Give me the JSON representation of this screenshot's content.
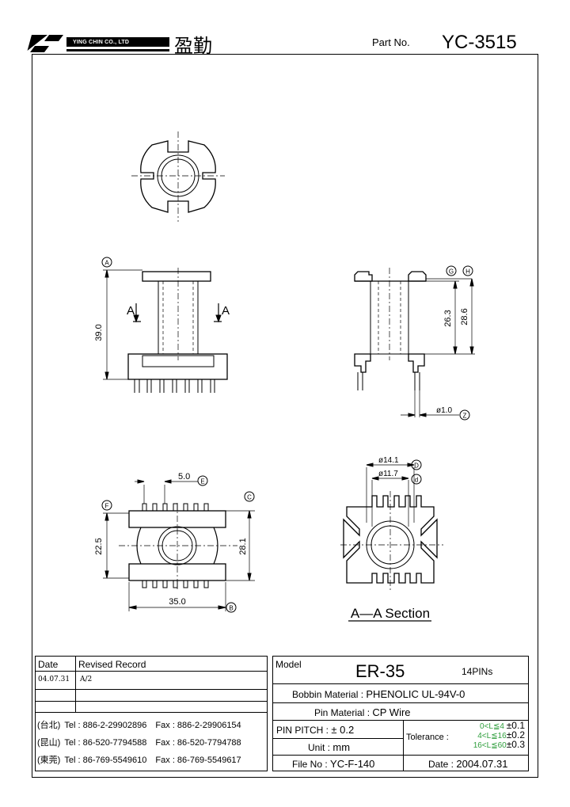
{
  "header": {
    "company_name": "YING CHIN CO., LTD",
    "company_cjk": "盈勤",
    "part_no_label": "Part No.",
    "part_no": "YC-3515"
  },
  "views": {
    "label_A1": "A",
    "label_A2": "A",
    "dim_39": "39.0",
    "dim_26_3": "26.3",
    "dim_28_6": "28.6",
    "dim_phi10": "ø1.0",
    "dim_5_0": "5.0",
    "dim_22_5": "22.5",
    "dim_28_1": "28.1",
    "dim_35_0": "35.0",
    "dim_phi14_1": "ø14.1",
    "dim_phi11_7": "ø11.7",
    "section_label": "A—A Section",
    "circ_A": "A",
    "circ_G": "G",
    "circ_H": "H",
    "circ_Z": "Z",
    "circ_E": "E",
    "circ_F": "F",
    "circ_C": "C",
    "circ_B": "B",
    "circ_D": "D",
    "circ_d": "d"
  },
  "revision": {
    "date_header": "Date",
    "record_header": "Revised Record",
    "rows": [
      {
        "date": "04.07.31",
        "record": "A/2"
      }
    ]
  },
  "contacts": [
    {
      "city": "(台北)",
      "tel": "Tel : 886-2-29902896",
      "fax": "Fax : 886-2-29906154"
    },
    {
      "city": "(昆山)",
      "tel": "Tel : 86-520-7794588",
      "fax": "Fax : 86-520-7794788"
    },
    {
      "city": "(東莞)",
      "tel": "Tel : 86-769-5549610",
      "fax": "Fax : 86-769-5549617"
    }
  ],
  "spec": {
    "model_label": "Model",
    "model": "ER-35",
    "pins": "14PINs",
    "bobbin_material_label": "Bobbin  Material :",
    "bobbin_material": "PHENOLIC UL-94V-0",
    "pin_material_label": "Pin  Material :",
    "pin_material": "CP Wire",
    "pin_pitch_label": "PIN  PITCH :",
    "pin_pitch": "± 0.2",
    "tolerance_label": "Tolerance :",
    "tol_rows": [
      {
        "range": "0<L≦4",
        "tol": "±0.1"
      },
      {
        "range": "4<L≦16",
        "tol": "±0.2"
      },
      {
        "range": "16<L≦60",
        "tol": "±0.3"
      }
    ],
    "unit_label": "Unit :",
    "unit": "mm",
    "file_no_label": "File  No :",
    "file_no": "YC-F-140",
    "date_label": "Date :",
    "date": "2004.07.31"
  }
}
